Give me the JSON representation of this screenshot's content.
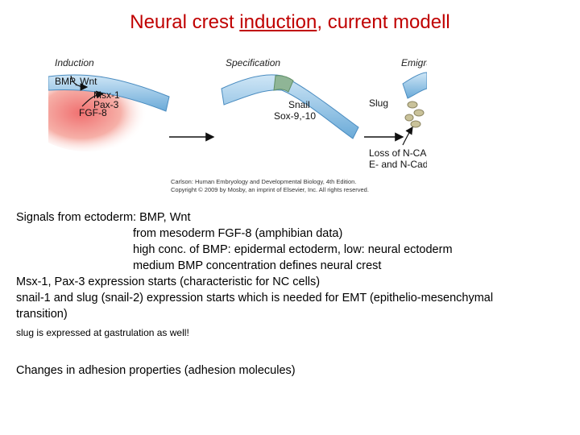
{
  "title": {
    "part1": "Neural crest ",
    "underlined": "induction",
    "part2": ", current modell"
  },
  "figure": {
    "panels": [
      "Induction",
      "Specification",
      "Emigration"
    ],
    "induction_labels": [
      "BMP, Wnt",
      "FGF-8",
      "Msx-1",
      "Pax-3"
    ],
    "specification_labels": [
      "Snail",
      "Sox-9,-10"
    ],
    "emigration_labels": [
      "Slug",
      "Loss of N-CAM,",
      "E- and N-Cadherin"
    ],
    "copyright": [
      "Carlson: Human Embryology and Developmental Biology, 4th Edition.",
      "Copyright © 2009 by Mosby, an imprint of Elsevier, Inc. All rights reserved."
    ]
  },
  "body": {
    "line1": "Signals from ectoderm: BMP, Wnt",
    "line2": "from mesoderm FGF-8 (amphibian data)",
    "line3": "high conc. of BMP: epidermal ectoderm, low: neural ectoderm",
    "line4": "medium BMP concentration defines neural crest",
    "line5": "Msx-1, Pax-3 expression starts (characteristic for NC cells)",
    "line6": "snail-1 and slug (snail-2) expression starts which is needed for EMT (epithelio-mesenchymal",
    "line7": "transition)",
    "line8": "slug  is expressed at gastrulation as well!",
    "line9": "Changes in adhesion properties (adhesion molecules)"
  }
}
